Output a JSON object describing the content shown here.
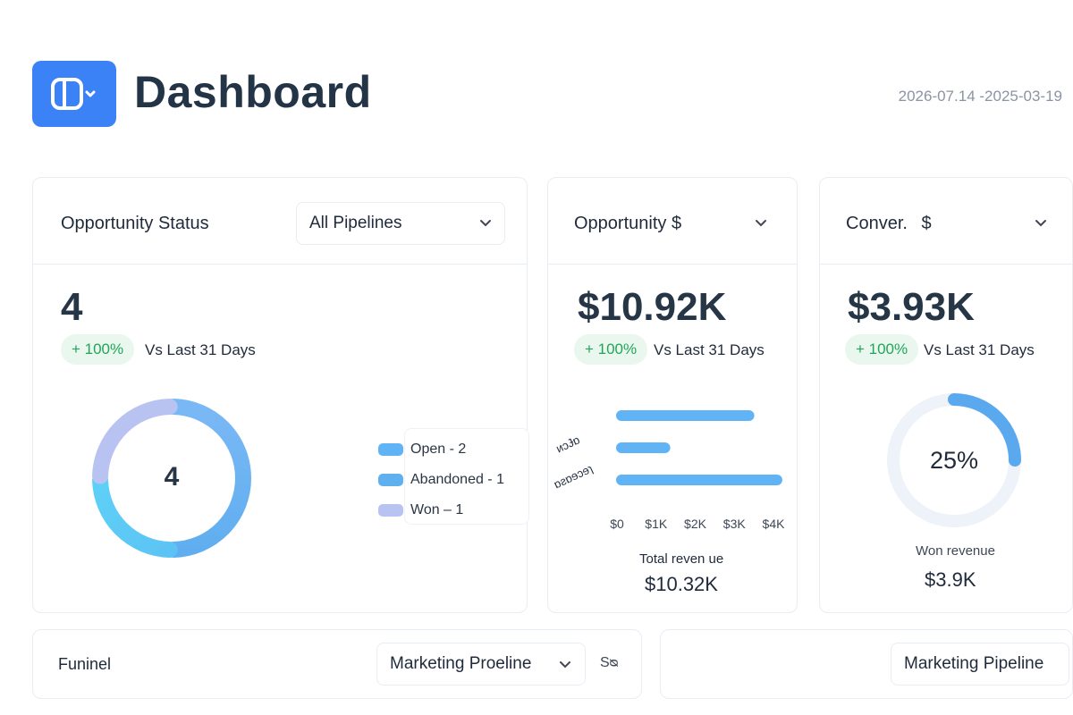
{
  "header": {
    "title": "Dashboard",
    "date_range": "2026-07.14 -2025-03-19",
    "logo_icon": "board-icon"
  },
  "opportunity_status": {
    "title": "Opportunity Status",
    "pipeline_select": "All Pipelines",
    "count": "4",
    "delta": "+ 100%",
    "vs_label": "Vs Last 31 Days",
    "donut_center": "4",
    "legend": [
      {
        "label": "Open - 2",
        "color": "#60b4f5"
      },
      {
        "label": "Abandoned - 1",
        "color": "#5fb0ef"
      },
      {
        "label": "Won – 1",
        "color": "#b9c3f1"
      }
    ],
    "chart_data": {
      "type": "pie",
      "categories": [
        "Open",
        "Abandoned",
        "Won"
      ],
      "values": [
        2,
        1,
        1
      ]
    }
  },
  "opportunity_value": {
    "title": "Opportunity $",
    "amount": "$10.92K",
    "delta": "+ 100%",
    "vs_label": "Vs Last 31 Days",
    "y_labels": [
      "ᴎᴐɈɒ",
      "ɒƨɒɘɔɘɿ"
    ],
    "chart_data": {
      "type": "bar",
      "orientation": "horizontal",
      "x_ticks": [
        "$0",
        "$1K",
        "$2K",
        "$3K",
        "$4K"
      ],
      "xlim": [
        0,
        4500
      ],
      "values": [
        3700,
        1450,
        4450
      ]
    },
    "total_label": "Total reven ue",
    "total_value": "$10.32K"
  },
  "conversion": {
    "title": "Conver.",
    "title_symbol": "$",
    "amount": "$3.93K",
    "delta": "+ 100%",
    "vs_label": "Vs Last 31 Days",
    "gauge_label": "25%",
    "gauge_percent": 25,
    "won_label": "Won revenue",
    "won_value": "$3.9K"
  },
  "funnel": {
    "title": "Funinel",
    "pipeline_select": "Marketing Proeline",
    "extra": "Sᴓ"
  },
  "second_panel": {
    "pipeline_select": "Marketing Pipeline"
  }
}
